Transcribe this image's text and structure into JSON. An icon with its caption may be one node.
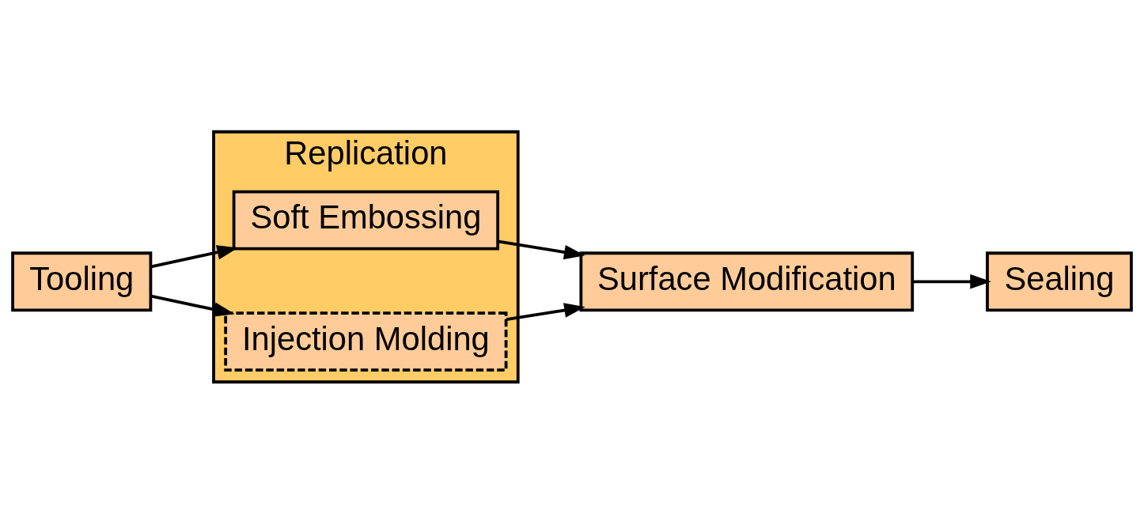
{
  "diagram": {
    "nodes": [
      {
        "text": [
          "Tooling"
        ]
      },
      {
        "text": [
          "Replication"
        ]
      },
      {
        "text": [
          "Soft Embossing"
        ],
        "in": 1
      },
      {
        "text": [
          "Injection Molding"
        ],
        "in": 1
      },
      {
        "text": [
          "Surface Modification"
        ]
      },
      {
        "text": [
          "Sealing"
        ]
      }
    ],
    "edges": [
      {
        "from": 0,
        "to": 2,
        "arrow": "to"
      },
      {
        "from": 0,
        "to": 3,
        "arrow": "to"
      },
      {
        "from": 2,
        "to": 4,
        "arrow": "to"
      },
      {
        "from": 3,
        "to": 4,
        "arrow": "to"
      },
      {
        "from": 4,
        "to": 5,
        "arrow": "to"
      }
    ]
  }
}
